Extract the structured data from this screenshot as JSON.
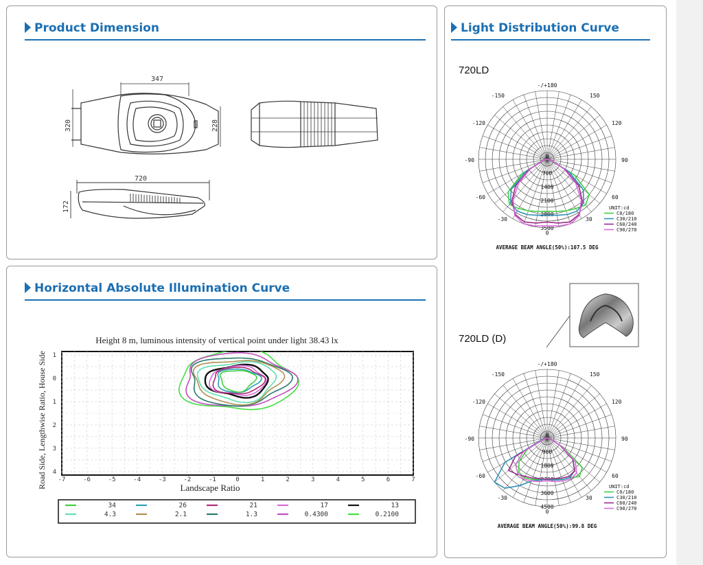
{
  "sections": {
    "dimension_title": "Product Dimension",
    "distribution_title": "Light Distribution Curve",
    "illumination_title": "Horizontal Absolute Illumination Curve"
  },
  "dimensions": {
    "top_width": "347",
    "top_height_left": "320",
    "top_height_right": "228",
    "side_length": "720",
    "side_height": "172"
  },
  "polar_a": {
    "model": "720LD",
    "angles": [
      "-/+180",
      "-150",
      "150",
      "-120",
      "120",
      "-90",
      "90",
      "-60",
      "60",
      "-30",
      "30",
      "0"
    ],
    "rings": [
      "0",
      "700",
      "1400",
      "2100",
      "2800",
      "3500"
    ],
    "unit": "UNIT:cd",
    "legend": [
      "C0/180",
      "C30/210",
      "C60/240",
      "C90/270"
    ],
    "footer": "AVERAGE BEAM ANGLE(50%):107.5 DEG"
  },
  "polar_b": {
    "model": "720LD (D)",
    "angles": [
      "-/+180",
      "-150",
      "150",
      "-120",
      "120",
      "-90",
      "90",
      "-60",
      "60",
      "-30",
      "30",
      "0"
    ],
    "rings": [
      "0",
      "900",
      "1800",
      "2700",
      "3600",
      "4500"
    ],
    "unit": "UNIT:cd",
    "legend": [
      "C0/180",
      "C30/210",
      "C60/240",
      "C90/270"
    ],
    "footer": "AVERAGE BEAM ANGLE(50%):99.8 DEG"
  },
  "polar_colors": [
    "#3fcf3f",
    "#2f8fb8",
    "#9a2b8a",
    "#d86ad8"
  ],
  "chart_data": [
    {
      "type": "line",
      "subtype": "polar",
      "title": "720LD",
      "unit": "cd",
      "r_ticks": [
        0,
        700,
        1400,
        2100,
        2800,
        3500
      ],
      "theta_labels": [
        "-/+180",
        "-150",
        "150",
        "-120",
        "120",
        "-90",
        "90",
        "-60",
        "60",
        "-30",
        "30",
        "0"
      ],
      "theta": [
        -75,
        -60,
        -50,
        -40,
        -30,
        -20,
        -10,
        0,
        10,
        20,
        30,
        40,
        50,
        60,
        75
      ],
      "series": [
        {
          "name": "C0/180",
          "values": [
            200,
            1500,
            2600,
            3000,
            2900,
            2800,
            2700,
            2650,
            2700,
            2800,
            2900,
            3050,
            2800,
            1600,
            200
          ]
        },
        {
          "name": "C30/210",
          "values": [
            200,
            1300,
            2400,
            2900,
            3050,
            3000,
            2900,
            2850,
            2900,
            3000,
            3050,
            2900,
            2400,
            1300,
            200
          ]
        },
        {
          "name": "C60/240",
          "values": [
            200,
            1100,
            2100,
            2800,
            3250,
            3400,
            3300,
            3200,
            3300,
            3400,
            3250,
            2800,
            2100,
            1100,
            200
          ]
        },
        {
          "name": "C90/270",
          "values": [
            200,
            1000,
            1900,
            2700,
            3300,
            3500,
            3450,
            3400,
            3450,
            3500,
            3300,
            2700,
            1900,
            1000,
            200
          ]
        }
      ],
      "annotation": "AVERAGE BEAM ANGLE(50%):107.5 DEG"
    },
    {
      "type": "line",
      "subtype": "polar",
      "title": "720LD (D)",
      "unit": "cd",
      "r_ticks": [
        0,
        900,
        1800,
        2700,
        3600,
        4500
      ],
      "theta_labels": [
        "-/+180",
        "-150",
        "150",
        "-120",
        "120",
        "-90",
        "90",
        "-60",
        "60",
        "-30",
        "30",
        "0"
      ],
      "theta": [
        -75,
        -60,
        -50,
        -40,
        -30,
        -20,
        -10,
        0,
        10,
        20,
        30,
        40,
        50,
        60,
        75
      ],
      "series": [
        {
          "name": "C0/180",
          "values": [
            200,
            1500,
            2400,
            2900,
            3000,
            2900,
            2750,
            2700,
            2750,
            2900,
            3000,
            3300,
            3000,
            1200,
            200
          ]
        },
        {
          "name": "C30/210",
          "values": [
            300,
            3200,
            4500,
            4300,
            3600,
            3000,
            2800,
            2700,
            2800,
            2900,
            3000,
            2800,
            2200,
            1000,
            200
          ]
        },
        {
          "name": "C60/240",
          "values": [
            200,
            2400,
            3300,
            3100,
            2900,
            2800,
            2700,
            2700,
            2700,
            2800,
            2900,
            2800,
            2200,
            1000,
            200
          ]
        },
        {
          "name": "C90/270",
          "values": [
            200,
            1800,
            2700,
            3000,
            3100,
            3000,
            2900,
            2800,
            2900,
            3000,
            3100,
            3000,
            2400,
            1100,
            200
          ]
        }
      ],
      "annotation": "AVERAGE BEAM ANGLE(50%):99.8 DEG"
    },
    {
      "type": "line",
      "subtype": "isolux",
      "title": "Height 8 m, luminous intensity of vertical point under light 38.43 lx",
      "xlabel": "Landscape Ratio",
      "ylabel": "Road Side, Lengthwise Ratio, House Side",
      "xlim": [
        -7,
        7
      ],
      "ylim": [
        1,
        4
      ],
      "x_ticks": [
        "-7",
        "-6",
        "-5",
        "-4",
        "-3",
        "-2",
        "-1",
        "0",
        "1",
        "2",
        "3",
        "4",
        "5",
        "6",
        "7"
      ],
      "y_ticks": [
        "1",
        "0",
        "1",
        "2",
        "3",
        "4"
      ],
      "series": [
        {
          "name": "34",
          "color": "#3fcf3f",
          "rx": 0.7,
          "ry_top": 0.35,
          "ry_bot": 0.55
        },
        {
          "name": "26",
          "color": "#2f9fb8",
          "rx": 0.85,
          "ry_top": 0.4,
          "ry_bot": 0.6
        },
        {
          "name": "21",
          "color": "#b02a7a",
          "rx": 1.0,
          "ry_top": 0.45,
          "ry_bot": 0.7
        },
        {
          "name": "17",
          "color": "#d86ad8",
          "rx": 1.1,
          "ry_top": 0.5,
          "ry_bot": 0.75
        },
        {
          "name": "13",
          "color": "#111111",
          "rx": 1.25,
          "ry_top": 0.55,
          "ry_bot": 0.8
        },
        {
          "name": "4.3",
          "color": "#5fe0b0",
          "rx": 1.55,
          "ry_top": 0.7,
          "ry_bot": 0.95
        },
        {
          "name": "2.1",
          "color": "#b09050",
          "rx": 1.75,
          "ry_top": 0.8,
          "ry_bot": 1.05
        },
        {
          "name": "1.3",
          "color": "#2a7a6a",
          "rx": 1.95,
          "ry_top": 0.9,
          "ry_bot": 1.15
        },
        {
          "name": "0.4300",
          "color": "#c050c0",
          "rx": 2.15,
          "ry_top": 1.05,
          "ry_bot": 1.25
        },
        {
          "name": "0.2100",
          "color": "#40e040",
          "rx": 2.3,
          "ry_top": 1.15,
          "ry_bot": 1.4
        }
      ]
    }
  ]
}
